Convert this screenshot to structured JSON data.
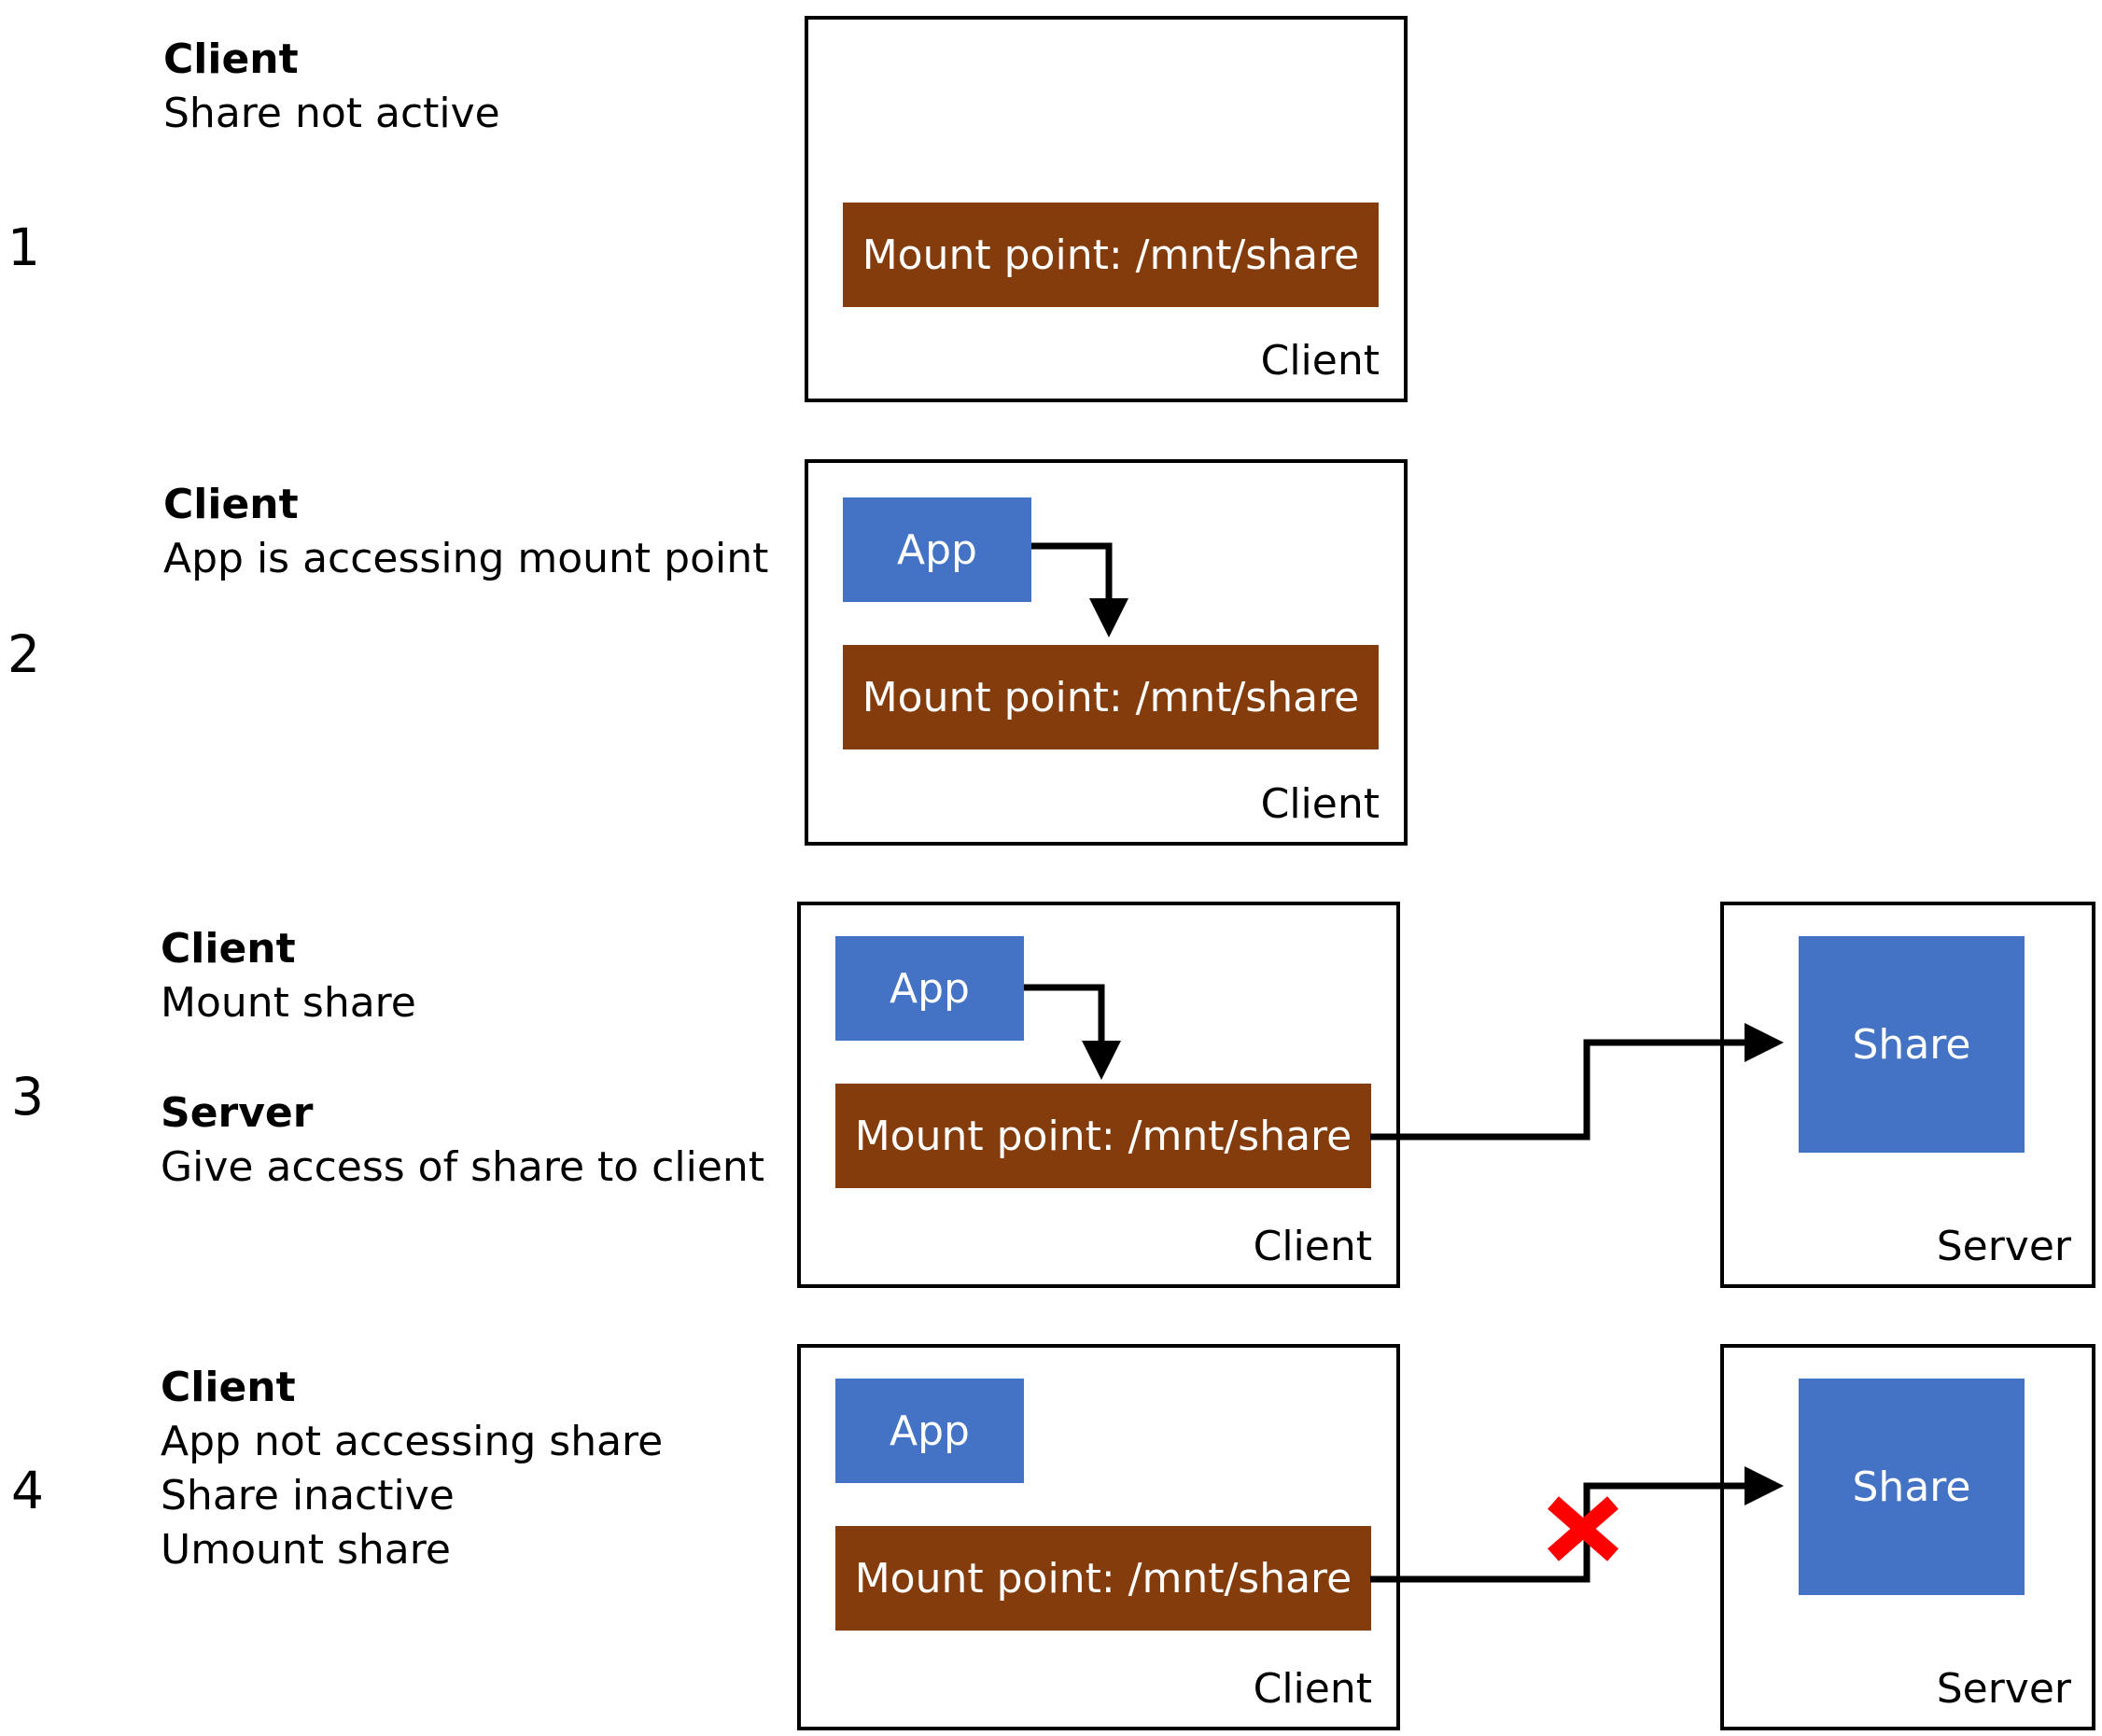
{
  "colors": {
    "mount": "#843c0c",
    "app": "#4472c4",
    "share": "#4472c4",
    "line": "#000000",
    "cross": "#ff0000"
  },
  "steps": [
    {
      "number": "1",
      "lines": [
        {
          "role": "Client",
          "text": [
            "Share not active"
          ]
        }
      ],
      "client_label": "Client",
      "mount_label": "Mount point: /mnt/share"
    },
    {
      "number": "2",
      "lines": [
        {
          "role": "Client",
          "text": [
            "App is accessing mount point"
          ]
        }
      ],
      "client_label": "Client",
      "mount_label": "Mount point: /mnt/share",
      "app_label": "App"
    },
    {
      "number": "3",
      "lines": [
        {
          "role": "Client",
          "text": [
            "Mount share"
          ]
        },
        {
          "role": "Server",
          "text": [
            "Give access of share to client"
          ]
        }
      ],
      "client_label": "Client",
      "mount_label": "Mount point: /mnt/share",
      "app_label": "App",
      "server_label": "Server",
      "share_label": "Share"
    },
    {
      "number": "4",
      "lines": [
        {
          "role": "Client",
          "text": [
            "App not accessing share",
            "Share inactive",
            "Umount share"
          ]
        }
      ],
      "client_label": "Client",
      "mount_label": "Mount point: /mnt/share",
      "app_label": "App",
      "server_label": "Server",
      "share_label": "Share"
    }
  ]
}
